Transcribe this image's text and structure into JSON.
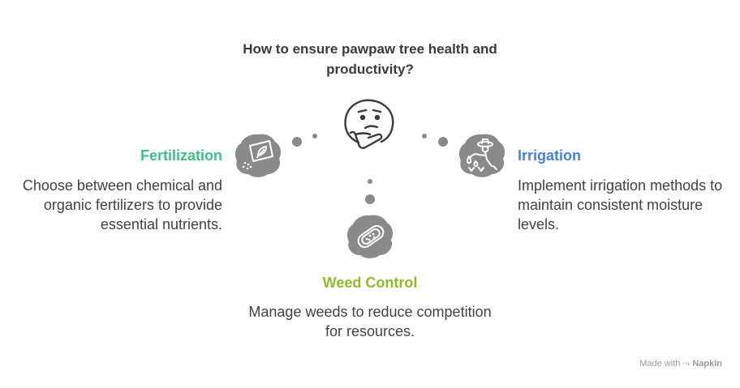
{
  "title": "How to ensure pawpaw tree health and productivity?",
  "nodes": {
    "fertilization": {
      "heading": "Fertilization",
      "description": "Choose between chemical and organic fertilizers to provide essential nutrients.",
      "icon": "seed-packet-icon"
    },
    "irrigation": {
      "heading": "Irrigation",
      "description": "Implement irrigation methods to maintain consistent moisture levels.",
      "icon": "farmer-watering-icon"
    },
    "weed_control": {
      "heading": "Weed Control",
      "description": "Manage weeds to reduce competition for resources.",
      "icon": "weed-seed-icon"
    }
  },
  "center_icon": "thinking-face-icon",
  "footer": {
    "prefix": "Made with",
    "brand": "Napkin"
  },
  "colors": {
    "fertilization": "#3fbf7f",
    "irrigation": "#4a7fe0",
    "weed_control": "#8fbc2a",
    "icon_bg": "#8a8a8a"
  }
}
